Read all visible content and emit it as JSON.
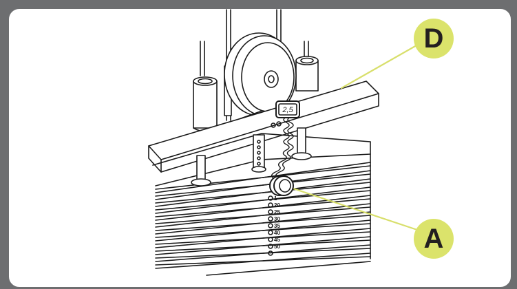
{
  "colors": {
    "frame": "#6d6e70",
    "background": "#ffffff",
    "callout_fill": "#dbe36b",
    "callout_text": "#231f20",
    "leader_line": "#d8df6b",
    "line_art": "#1a1a1a"
  },
  "callouts": [
    {
      "letter": "D",
      "points_to": "top-bar"
    },
    {
      "letter": "A",
      "points_to": "selector-pin-knob"
    }
  ],
  "selector_tag": "2,5",
  "weight_markings": [
    "1",
    "20",
    "25",
    "30",
    "35",
    "40",
    "45",
    "50"
  ]
}
